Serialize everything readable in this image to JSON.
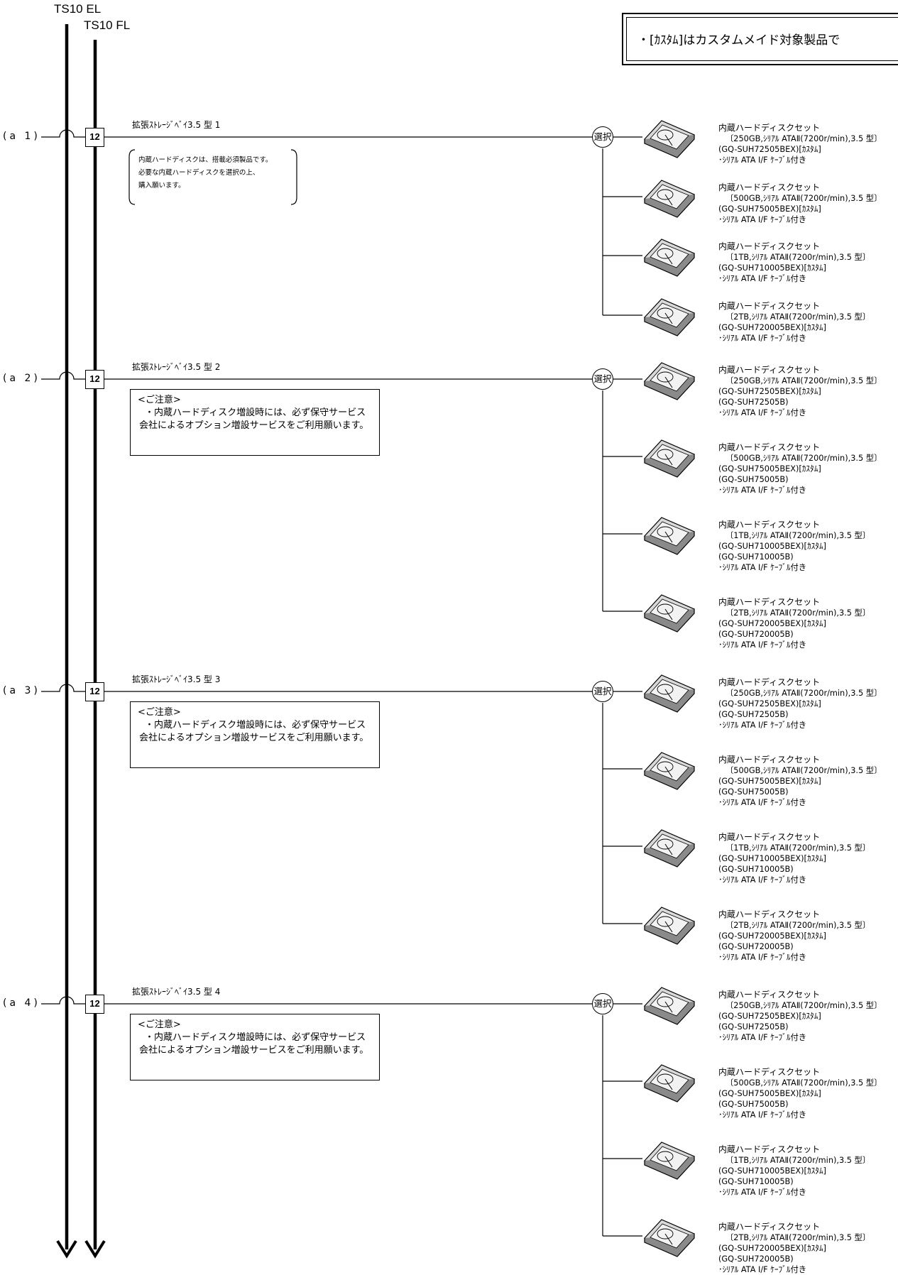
{
  "models": {
    "el": "TS10 EL",
    "fl": "TS10 FL"
  },
  "legend": {
    "text": "・[ｶｽﾀﾑ]はカスタムメイド対象製品で"
  },
  "select_label": "選択",
  "sections": [
    {
      "label": "(a 1)",
      "number": "12",
      "bay": "拡張ｽﾄﾚｰｼﾞﾍﾞｲ3.5 型 1",
      "bubble_lines": [
        "内蔵ハードディスクは、搭載必須製品です。",
        "必要な内蔵ハードディスクを選択の上、",
        "購入願います。"
      ],
      "note_lines": [],
      "items": [
        {
          "title": "内蔵ハードディスクセット",
          "lines": [
            "〔250GB,ｼﾘｱﾙ ATAⅡ(7200r/min),3.5 型〕",
            "(GQ-SUH72505BEX)[ｶｽﾀﾑ]",
            "･ｼﾘｱﾙ ATA I/F ｹｰﾌﾞﾙ付き"
          ]
        },
        {
          "title": "内蔵ハードディスクセット",
          "lines": [
            "〔500GB,ｼﾘｱﾙ ATAⅡ(7200r/min),3.5 型〕",
            "(GQ-SUH75005BEX)[ｶｽﾀﾑ]",
            "･ｼﾘｱﾙ ATA I/F ｹｰﾌﾞﾙ付き"
          ]
        },
        {
          "title": "内蔵ハードディスクセット",
          "lines": [
            "〔1TB,ｼﾘｱﾙ ATAⅡ(7200r/min),3.5 型〕",
            "(GQ-SUH710005BEX)[ｶｽﾀﾑ]",
            "･ｼﾘｱﾙ ATA I/F ｹｰﾌﾞﾙ付き"
          ]
        },
        {
          "title": "内蔵ハードディスクセット",
          "lines": [
            "〔2TB,ｼﾘｱﾙ ATAⅡ(7200r/min),3.5 型〕",
            "(GQ-SUH720005BEX)[ｶｽﾀﾑ]",
            "･ｼﾘｱﾙ ATA I/F ｹｰﾌﾞﾙ付き"
          ]
        }
      ]
    },
    {
      "label": "(a 2)",
      "number": "12",
      "bay": "拡張ｽﾄﾚｰｼﾞﾍﾞｲ3.5 型 2",
      "bubble_lines": [],
      "note_lines": [
        "<ご注意>",
        "・内蔵ハードディスク増設時には、必ず保守サービス",
        "会社によるオプション増設サービスをご利用願います。"
      ],
      "items": [
        {
          "title": "内蔵ハードディスクセット",
          "lines": [
            "〔250GB,ｼﾘｱﾙ ATAⅡ(7200r/min),3.5 型〕",
            "(GQ-SUH72505BEX)[ｶｽﾀﾑ]",
            "(GQ-SUH72505B)",
            "･ｼﾘｱﾙ ATA I/F ｹｰﾌﾞﾙ付き"
          ]
        },
        {
          "title": "内蔵ハードディスクセット",
          "lines": [
            "〔500GB,ｼﾘｱﾙ ATAⅡ(7200r/min),3.5 型〕",
            "(GQ-SUH75005BEX)[ｶｽﾀﾑ]",
            "(GQ-SUH75005B)",
            "･ｼﾘｱﾙ ATA I/F ｹｰﾌﾞﾙ付き"
          ]
        },
        {
          "title": "内蔵ハードディスクセット",
          "lines": [
            "〔1TB,ｼﾘｱﾙ ATAⅡ(7200r/min),3.5 型〕",
            "(GQ-SUH710005BEX)[ｶｽﾀﾑ]",
            "(GQ-SUH710005B)",
            "･ｼﾘｱﾙ ATA I/F ｹｰﾌﾞﾙ付き"
          ]
        },
        {
          "title": "内蔵ハードディスクセット",
          "lines": [
            "〔2TB,ｼﾘｱﾙ ATAⅡ(7200r/min),3.5 型〕",
            "(GQ-SUH720005BEX)[ｶｽﾀﾑ]",
            "(GQ-SUH720005B)",
            "･ｼﾘｱﾙ ATA I/F ｹｰﾌﾞﾙ付き"
          ]
        }
      ]
    },
    {
      "label": "(a 3)",
      "number": "12",
      "bay": "拡張ｽﾄﾚｰｼﾞﾍﾞｲ3.5 型 3",
      "bubble_lines": [],
      "note_lines": [
        "<ご注意>",
        "・内蔵ハードディスク増設時には、必ず保守サービス",
        "会社によるオプション増設サービスをご利用願います。"
      ],
      "items": [
        {
          "title": "内蔵ハードディスクセット",
          "lines": [
            "〔250GB,ｼﾘｱﾙ ATAⅡ(7200r/min),3.5 型〕",
            "(GQ-SUH72505BEX)[ｶｽﾀﾑ]",
            "(GQ-SUH72505B)",
            "･ｼﾘｱﾙ ATA I/F ｹｰﾌﾞﾙ付き"
          ]
        },
        {
          "title": "内蔵ハードディスクセット",
          "lines": [
            "〔500GB,ｼﾘｱﾙ ATAⅡ(7200r/min),3.5 型〕",
            "(GQ-SUH75005BEX)[ｶｽﾀﾑ]",
            "(GQ-SUH75005B)",
            "･ｼﾘｱﾙ ATA I/F ｹｰﾌﾞﾙ付き"
          ]
        },
        {
          "title": "内蔵ハードディスクセット",
          "lines": [
            "〔1TB,ｼﾘｱﾙ ATAⅡ(7200r/min),3.5 型〕",
            "(GQ-SUH710005BEX)[ｶｽﾀﾑ]",
            "(GQ-SUH710005B)",
            "･ｼﾘｱﾙ ATA I/F ｹｰﾌﾞﾙ付き"
          ]
        },
        {
          "title": "内蔵ハードディスクセット",
          "lines": [
            "〔2TB,ｼﾘｱﾙ ATAⅡ(7200r/min),3.5 型〕",
            "(GQ-SUH720005BEX)[ｶｽﾀﾑ]",
            "(GQ-SUH720005B)",
            "･ｼﾘｱﾙ ATA I/F ｹｰﾌﾞﾙ付き"
          ]
        }
      ]
    },
    {
      "label": "(a 4)",
      "number": "12",
      "bay": "拡張ｽﾄﾚｰｼﾞﾍﾞｲ3.5 型 4",
      "bubble_lines": [],
      "note_lines": [
        "<ご注意>",
        "・内蔵ハードディスク増設時には、必ず保守サービス",
        "会社によるオプション増設サービスをご利用願います。"
      ],
      "items": [
        {
          "title": "内蔵ハードディスクセット",
          "lines": [
            "〔250GB,ｼﾘｱﾙ ATAⅡ(7200r/min),3.5 型〕",
            "(GQ-SUH72505BEX)[ｶｽﾀﾑ]",
            "(GQ-SUH72505B)",
            "･ｼﾘｱﾙ ATA I/F ｹｰﾌﾞﾙ付き"
          ]
        },
        {
          "title": "内蔵ハードディスクセット",
          "lines": [
            "〔500GB,ｼﾘｱﾙ ATAⅡ(7200r/min),3.5 型〕",
            "(GQ-SUH75005BEX)[ｶｽﾀﾑ]",
            "(GQ-SUH75005B)",
            "･ｼﾘｱﾙ ATA I/F ｹｰﾌﾞﾙ付き"
          ]
        },
        {
          "title": "内蔵ハードディスクセット",
          "lines": [
            "〔1TB,ｼﾘｱﾙ ATAⅡ(7200r/min),3.5 型〕",
            "(GQ-SUH710005BEX)[ｶｽﾀﾑ]",
            "(GQ-SUH710005B)",
            "･ｼﾘｱﾙ ATA I/F ｹｰﾌﾞﾙ付き"
          ]
        },
        {
          "title": "内蔵ハードディスクセット",
          "lines": [
            "〔2TB,ｼﾘｱﾙ ATAⅡ(7200r/min),3.5 型〕",
            "(GQ-SUH720005BEX)[ｶｽﾀﾑ]",
            "(GQ-SUH720005B)",
            "･ｼﾘｱﾙ ATA I/F ｹｰﾌﾞﾙ付き"
          ]
        }
      ]
    }
  ]
}
